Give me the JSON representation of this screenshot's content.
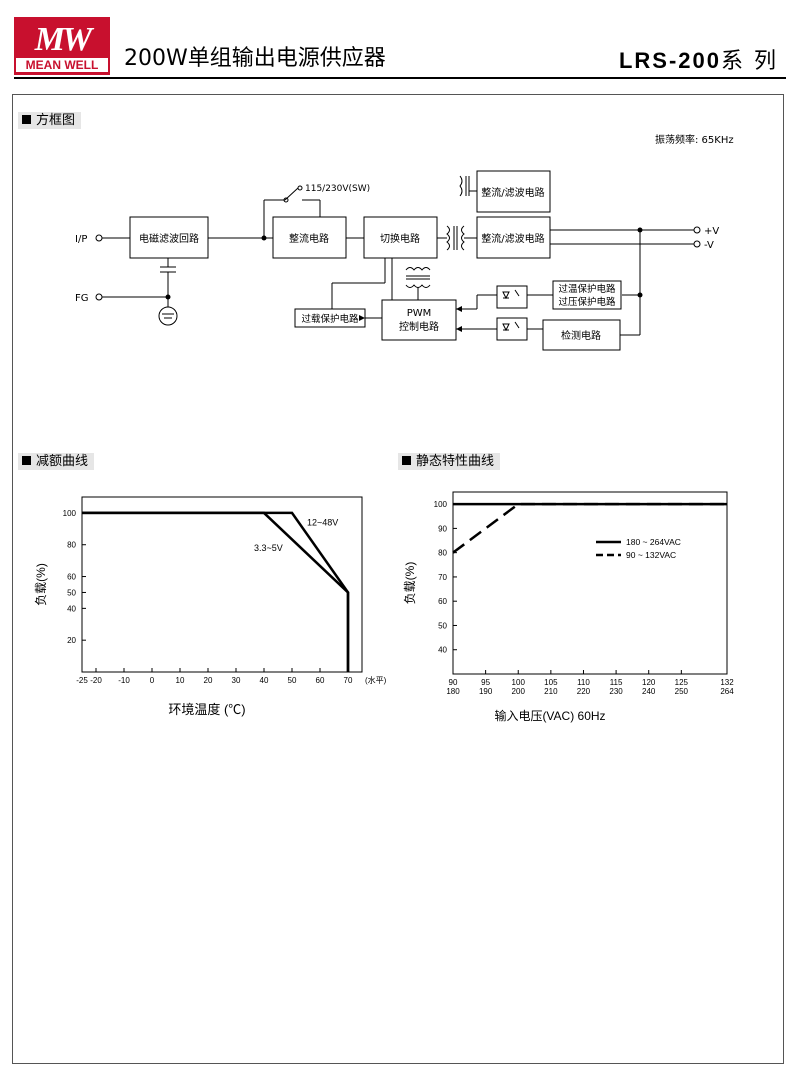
{
  "header": {
    "logo_symbol": "MW",
    "logo_text": "MEAN WELL",
    "title": "200W单组输出电源供应器",
    "series_code": "LRS-200",
    "series_suffix": "系 列",
    "brand_color": "#c8102e"
  },
  "block_diagram": {
    "section_title": "方框图",
    "oscillation": "振荡频率: 65KHz",
    "labels": {
      "ip": "I/P",
      "fg": "FG",
      "emi": "电磁滤波回路",
      "rect1": "整流电路",
      "switch_note": "115/230V(SW)",
      "switching": "切换电路",
      "rect_top": "整流/滤波电路",
      "rect_main": "整流/滤波电路",
      "vplus": "+V",
      "vminus": "-V",
      "pwm": "PWM",
      "pwm_ctrl": "控制电路",
      "olp": "过载保护电路",
      "otp": "过温保护电路",
      "ovp": "过压保护电路",
      "detect": "检测电路"
    }
  },
  "chart_data": [
    {
      "type": "line",
      "section_title": "减额曲线",
      "xlabel": "环境温度 (℃)",
      "x_unit": "(水平)",
      "ylabel": "负载(%)",
      "x_ticks": [
        -25,
        -20,
        -10,
        0,
        10,
        20,
        30,
        40,
        50,
        60,
        70
      ],
      "y_ticks": [
        20,
        40,
        50,
        60,
        80,
        100
      ],
      "xlim": [
        -25,
        75
      ],
      "ylim": [
        0,
        110
      ],
      "series": [
        {
          "name": "12~48V",
          "x": [
            -25,
            50,
            70,
            70
          ],
          "y": [
            100,
            100,
            50,
            0
          ]
        },
        {
          "name": "3.3~5V",
          "x": [
            -25,
            40,
            70,
            70
          ],
          "y": [
            100,
            100,
            50,
            0
          ]
        }
      ]
    },
    {
      "type": "line",
      "section_title": "静态特性曲线",
      "xlabel": "输入电压(VAC) 60Hz",
      "ylabel": "负载(%)",
      "x_ticks_top": [
        "90",
        "95",
        "100",
        "105",
        "110",
        "115",
        "120",
        "125",
        "132"
      ],
      "x_ticks_bottom": [
        "180",
        "190",
        "200",
        "210",
        "220",
        "230",
        "240",
        "250",
        "264"
      ],
      "x_ticks": [
        90,
        95,
        100,
        105,
        110,
        115,
        120,
        125,
        132
      ],
      "y_ticks": [
        40,
        50,
        60,
        70,
        80,
        90,
        100
      ],
      "xlim": [
        90,
        132
      ],
      "ylim": [
        30,
        105
      ],
      "series": [
        {
          "name": "180 ~ 264VAC",
          "style": "solid",
          "x": [
            90,
            132
          ],
          "y": [
            100,
            100
          ]
        },
        {
          "name": "90 ~ 132VAC",
          "style": "dashed",
          "x": [
            90,
            100,
            132
          ],
          "y": [
            80,
            100,
            100
          ]
        }
      ]
    }
  ]
}
